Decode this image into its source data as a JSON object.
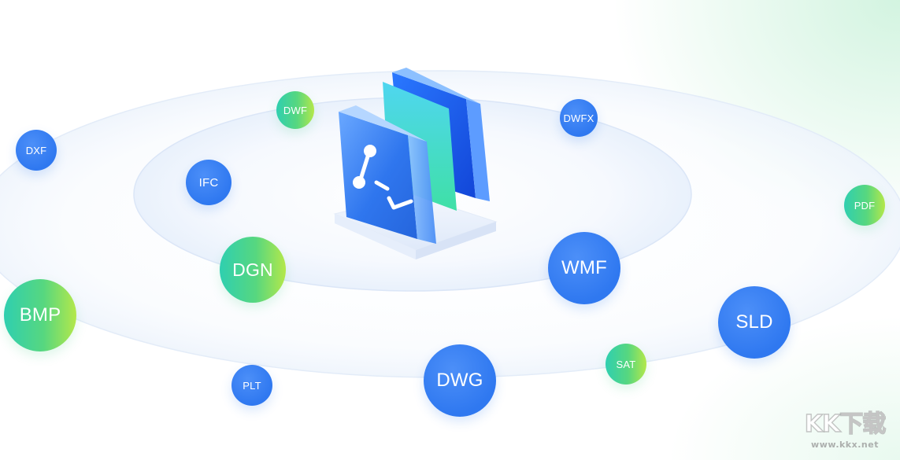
{
  "formats": {
    "dxf": "DXF",
    "dwf": "DWF",
    "dwfx": "DWFX",
    "ifc": "IFC",
    "pdf": "PDF",
    "dgn": "DGN",
    "wmf": "WMF",
    "bmp": "BMP",
    "sld": "SLD",
    "sat": "SAT",
    "plt": "PLT",
    "dwg": "DWG"
  },
  "watermark": {
    "logo": "KK下载",
    "url": "www.kkx.net"
  },
  "icons": {
    "center": "cad-converter-app-icon"
  },
  "colors": {
    "badge_blue": "#2f78f0",
    "badge_green_start": "#2fcfb0",
    "badge_green_end": "#b4e84a",
    "orbit": "#dfe9f8"
  }
}
